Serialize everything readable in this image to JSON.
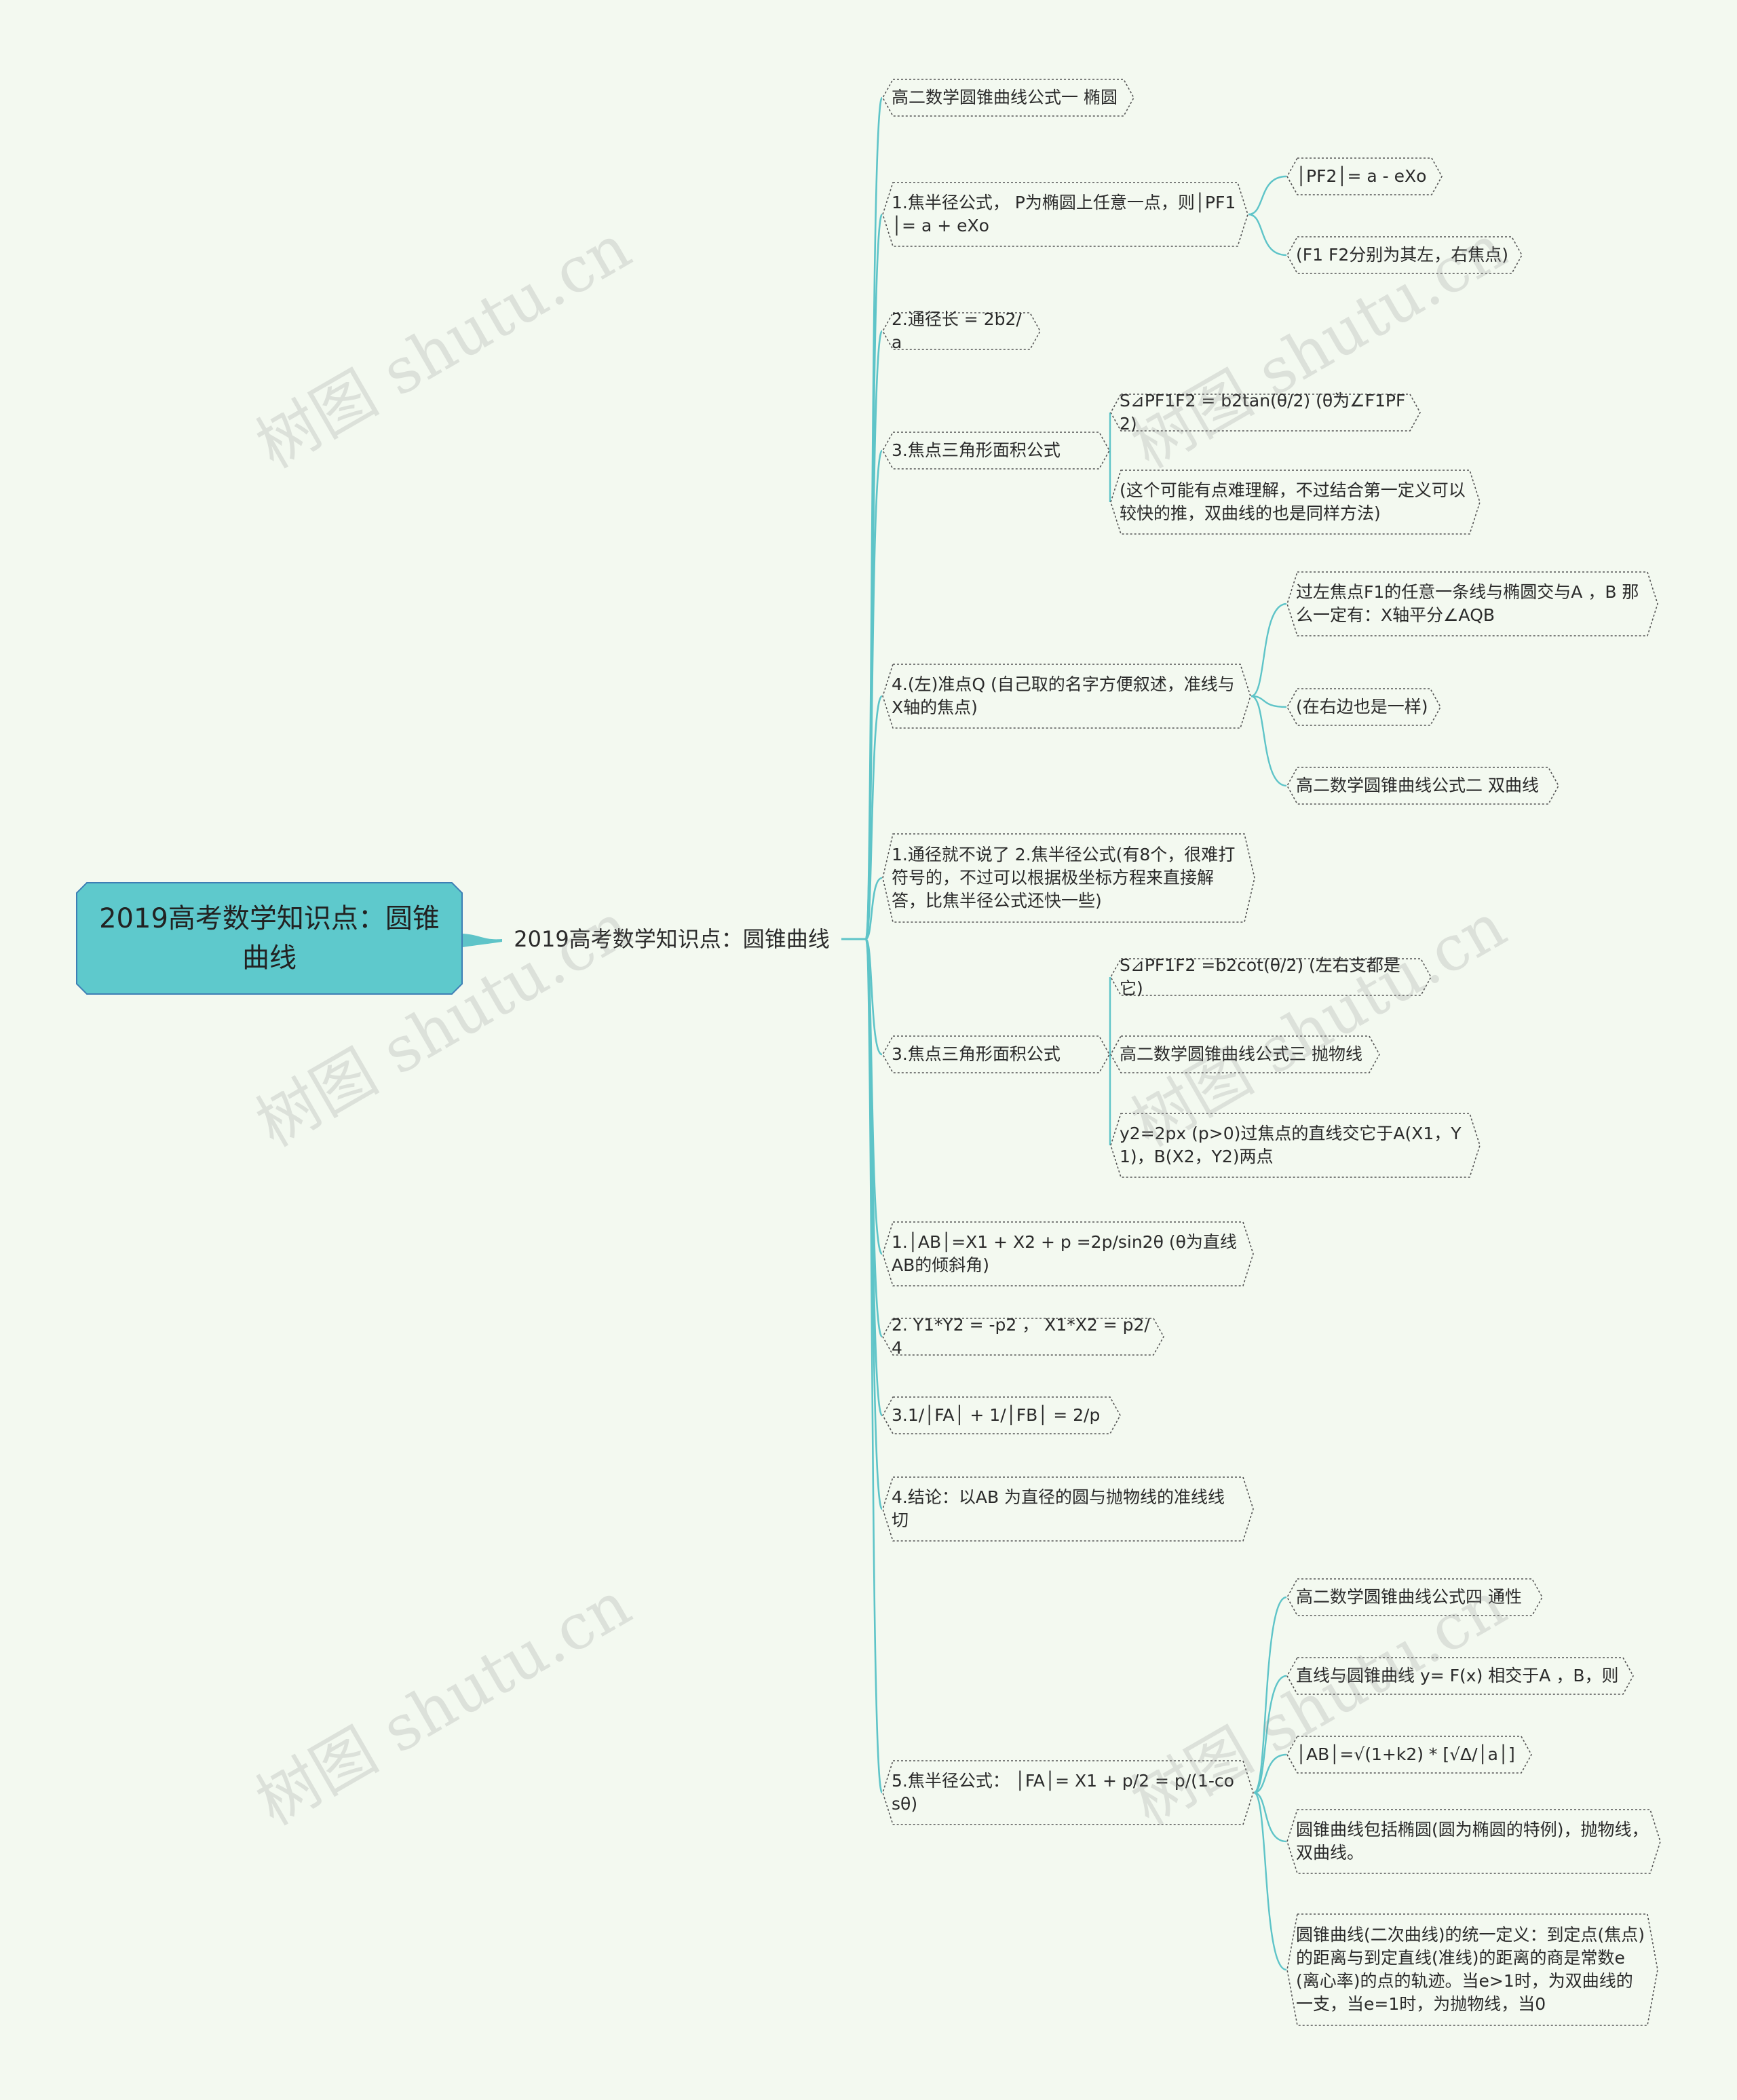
{
  "colors": {
    "background": "#f3f9f0",
    "line": "#5ec4c8",
    "root_fill": "#5ec9cc",
    "root_border": "#3e7fb5",
    "node_border": "#555555"
  },
  "watermark": "树图 shutu.cn",
  "root": {
    "text": "2019高考数学知识点：圆锥曲线"
  },
  "main": {
    "text": "2019高考数学知识点：圆锥曲线"
  },
  "children": [
    {
      "text": "高二数学圆锥曲线公式一 椭圆",
      "children": []
    },
    {
      "text": "1.焦半径公式， P为椭圆上任意一点，则│PF1│= a + eXo",
      "children": [
        {
          "text": "│PF2│= a - eXo"
        },
        {
          "text": "(F1 F2分别为其左，右焦点)"
        }
      ]
    },
    {
      "text": "2.通径长 = 2b2/a",
      "children": []
    },
    {
      "text": "3.焦点三角形面积公式",
      "children": [
        {
          "text": "S⊿PF1F2 = b2tan(θ/2) (θ为∠F1PF2)"
        },
        {
          "text": "(这个可能有点难理解，不过结合第一定义可以较快的推，双曲线的也是同样方法)"
        }
      ]
    },
    {
      "text": "4.(左)准点Q (自己取的名字方便叙述，准线与X轴的焦点)",
      "children": [
        {
          "text": "过左焦点F1的任意一条线与椭圆交与A ，B 那么一定有：X轴平分∠AQB"
        },
        {
          "text": "(在右边也是一样)"
        },
        {
          "text": "高二数学圆锥曲线公式二 双曲线"
        }
      ]
    },
    {
      "text": "1.通径就不说了 2.焦半径公式(有8个，很难打符号的，不过可以根据极坐标方程来直接解答，比焦半径公式还快一些)",
      "children": []
    },
    {
      "text": "3.焦点三角形面积公式",
      "children": [
        {
          "text": "S⊿PF1F2 =b2cot(θ/2) (左右支都是它)"
        },
        {
          "text": "高二数学圆锥曲线公式三 抛物线"
        },
        {
          "text": "y2=2px (p>0)过焦点的直线交它于A(X1，Y1)，B(X2，Y2)两点"
        }
      ]
    },
    {
      "text": "1.│AB│=X1 + X2 + p =2p/sin2θ (θ为直线AB的倾斜角)",
      "children": []
    },
    {
      "text": "2. Y1*Y2 = -p2 ， X1*X2 = p2/4",
      "children": []
    },
    {
      "text": "3.1/│FA│ + 1/│FB│ = 2/p",
      "children": []
    },
    {
      "text": "4.结论：以AB 为直径的圆与抛物线的准线线切",
      "children": []
    },
    {
      "text": "5.焦半径公式： │FA│= X1 + p/2 = p/(1-cosθ)",
      "children": [
        {
          "text": "高二数学圆锥曲线公式四 通性"
        },
        {
          "text": "直线与圆锥曲线 y= F(x) 相交于A ，B，则"
        },
        {
          "text": "│AB│=√(1+k2) * [√Δ/│a│]"
        },
        {
          "text": "圆锥曲线包括椭圆(圆为椭圆的特例)，抛物线，双曲线。"
        },
        {
          "text": "圆锥曲线(二次曲线)的统一定义：到定点(焦点)的距离与到定直线(准线)的距离的商是常数e(离心率)的点的轨迹。当e>1时，为双曲线的一支，当e=1时，为抛物线，当0"
        }
      ]
    }
  ]
}
